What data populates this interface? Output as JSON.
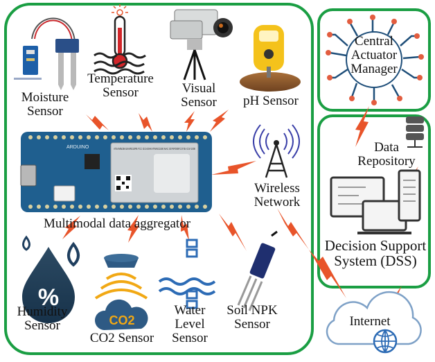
{
  "sensors": {
    "moisture": "Moisture Sensor",
    "temperature": "Temperature Sensor",
    "visual": "Visual Sensor",
    "ph": "pH Sensor",
    "humidity": "Humidity Sensor",
    "co2": "CO2 Sensor",
    "water_level": "Water Level Sensor",
    "soil_npk": "Soil NPK Sensor"
  },
  "aggregator": {
    "label": "Multimodal data aggregator",
    "board_brand": "ARDUINO",
    "module_text": "ATSAMW25H18-MR210PB  FCC ID:2ADHKATWINC1500  MAC ID:F8F005FCCF35  IC:M 1000"
  },
  "co2_icon_text": "CO2",
  "network": {
    "wireless": "Wireless Network",
    "internet": "Internet"
  },
  "cloud_side": {
    "actuator": "Central Actuator Manager",
    "repository": "Data Repository",
    "dss": "Decision Support System (DSS)"
  },
  "colors": {
    "frame": "#1a9e43",
    "link": "#e8542a",
    "board": "#1f5f8f",
    "circuit": "#1e4e79",
    "node": "#e25d3f"
  }
}
